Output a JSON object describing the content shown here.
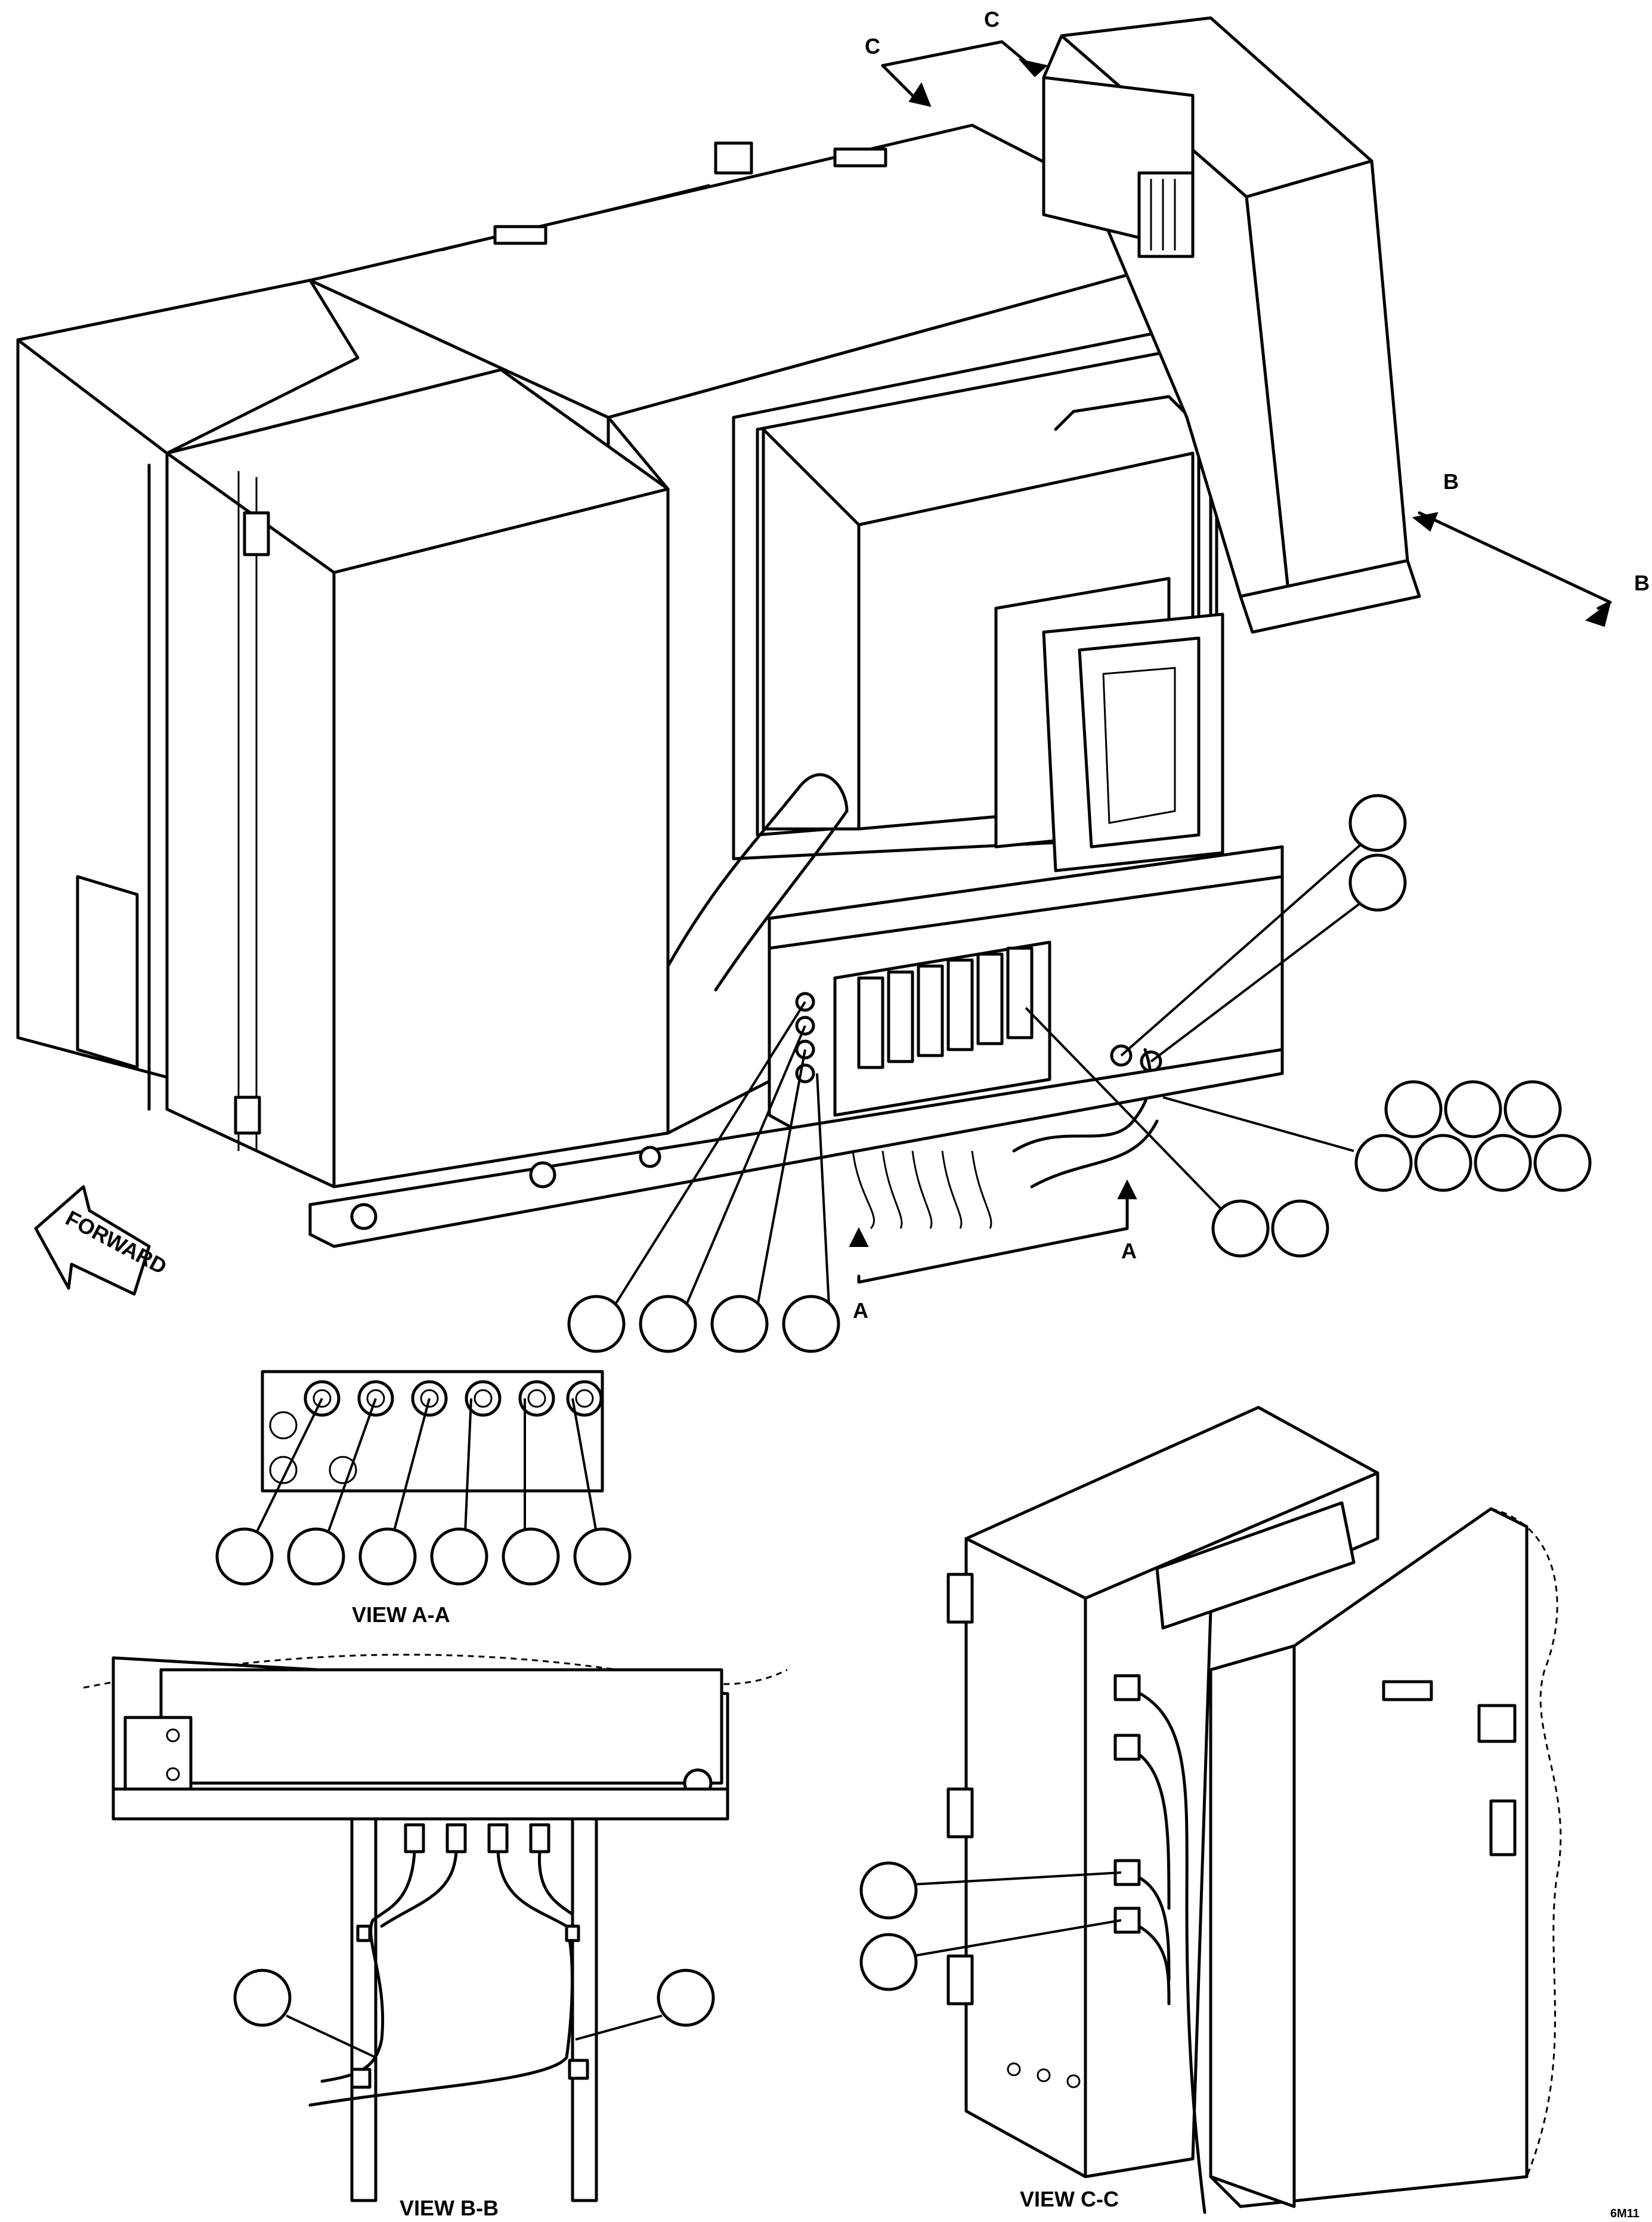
{
  "section_marks": {
    "a": "A",
    "b": "B",
    "c": "C"
  },
  "direction_label": "FORWARD",
  "views": {
    "a": "VIEW A-A",
    "b": "VIEW B-B",
    "c": "VIEW C-C"
  },
  "figure_id": "6M11"
}
